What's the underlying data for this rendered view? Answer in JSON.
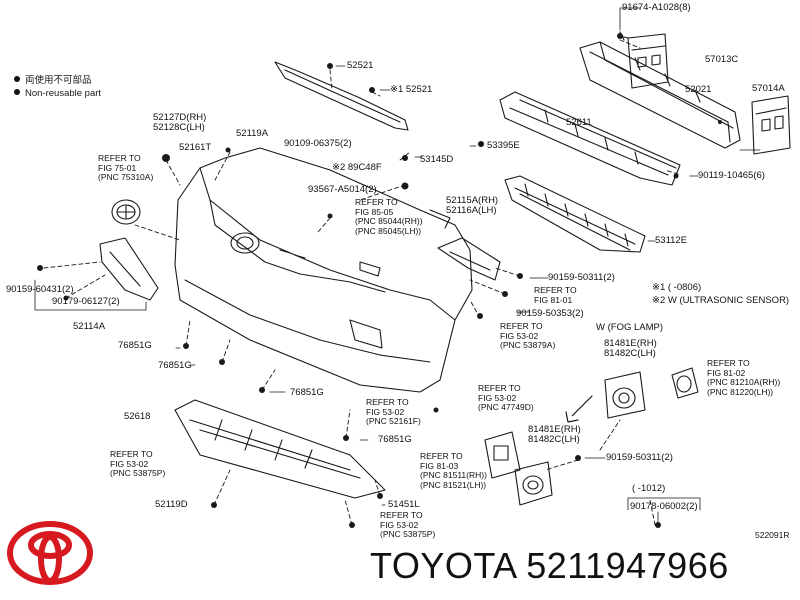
{
  "legend": {
    "item_ja": "両使用不可部品",
    "item_en": "Non-reusable part"
  },
  "labels": {
    "p91674": "91674-A1028(8)",
    "p57013C": "57013C",
    "p52521a": "52521",
    "p52521b": "※1 52521",
    "p52021": "52021",
    "p57014A": "57014A",
    "p52127": "52127D(RH)\n52128C(LH)",
    "p52119A_top": "52119A",
    "p52161T": "52161T",
    "p90109": "90109-06375(2)",
    "p52611": "52611",
    "p53145D": "53145D",
    "p53395E": "53395E",
    "p89C48F": "※2 89C48F",
    "p90119": "90119-10465(6)",
    "ref_75_01": "REFER TO\nFIG 75-01\n(PNC 75310A)",
    "p93567": "93567-A5014(2)",
    "ref_85_05": "REFER TO\nFIG 85-05\n(PNC 85044(RH))\n(PNC 85045(LH))",
    "p52115A": "52115A(RH)\n52116A(LH)",
    "p53112E": "53112E",
    "p90159_60431": "90159-60431(2)",
    "p90179": "90179-06127(2)",
    "p90159_50311a": "90159-50311(2)",
    "ref_81_01": "REFER TO\nFIG 81-01",
    "note1": "※1 (      -0806)",
    "note2": "※2 W (ULTRASONIC SENSOR)",
    "p52114A": "52114A",
    "p90159_50353": "90159-50353(2)",
    "ref_53_02a": "REFER TO\nFIG 53-02\n(PNC 53879A)",
    "w_fog": "W (FOG LAMP)",
    "p76851G_a": "76851G",
    "p81481E_top": "81481E(RH)\n81482C(LH)",
    "ref_81_02": "REFER TO\nFIG 81-02\n(PNC 81210A(RH))\n(PNC 81220(LH))",
    "p76851G_b": "76851G",
    "ref_53_02b": "REFER TO\nFIG 53-02\n(PNC 47749D)",
    "p76851G_c": "76851G",
    "p52618": "52618",
    "ref_53_02c": "REFER TO\nFIG 53-02\n(PNC 52161F)",
    "p76851G_d": "76851G",
    "p81481E_bot": "81481E(RH)\n81482C(LH)",
    "ref_53_02d": "REFER TO\nFIG 53-02\n(PNC 53875P)",
    "ref_81_03": "REFER TO\nFIG 81-03\n(PNC 81511(RH))\n(PNC 81521(LH))",
    "p90159_50311b": "90159-50311(2)",
    "p1012": "(      -1012)",
    "p90178": "90178-06002(2)",
    "p52119D": "52119D",
    "p51451L": "51451L",
    "ref_53_02e": "REFER TO\nFIG 53-02\n(PNC 53875P)"
  },
  "footer": {
    "drawing_code": "522091R",
    "caption": "TOYOTA 5211947966"
  },
  "colors": {
    "line": "#1a1a1a",
    "logo_red": "#d71920",
    "background": "#ffffff"
  }
}
